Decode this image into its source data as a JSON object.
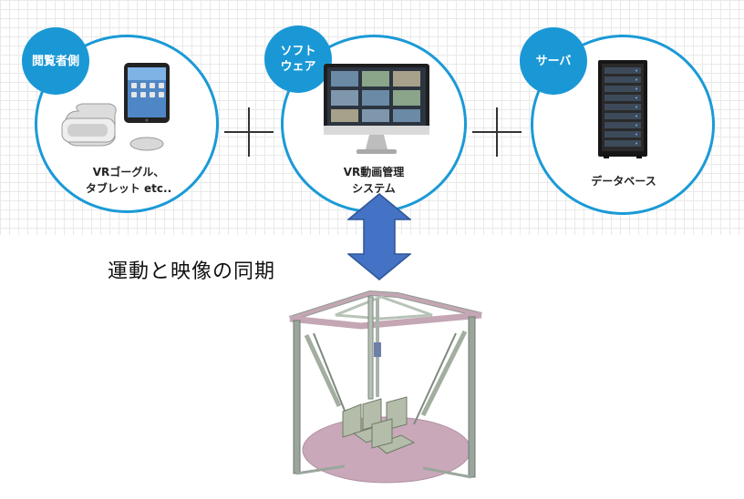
{
  "panels": [
    {
      "badge": "閲覧者側",
      "caption": "VRゴーグル、\nタブレット etc.."
    },
    {
      "badge": "ソフト\nウェア",
      "caption": "VR動画管理\nシステム"
    },
    {
      "badge": "サーバ",
      "caption": "データベース"
    }
  ],
  "sync_label": "運動と映像の同期",
  "colors": {
    "accent": "#1a98d5",
    "arrow": "#4472c4",
    "platform": "#c9a9b9"
  }
}
